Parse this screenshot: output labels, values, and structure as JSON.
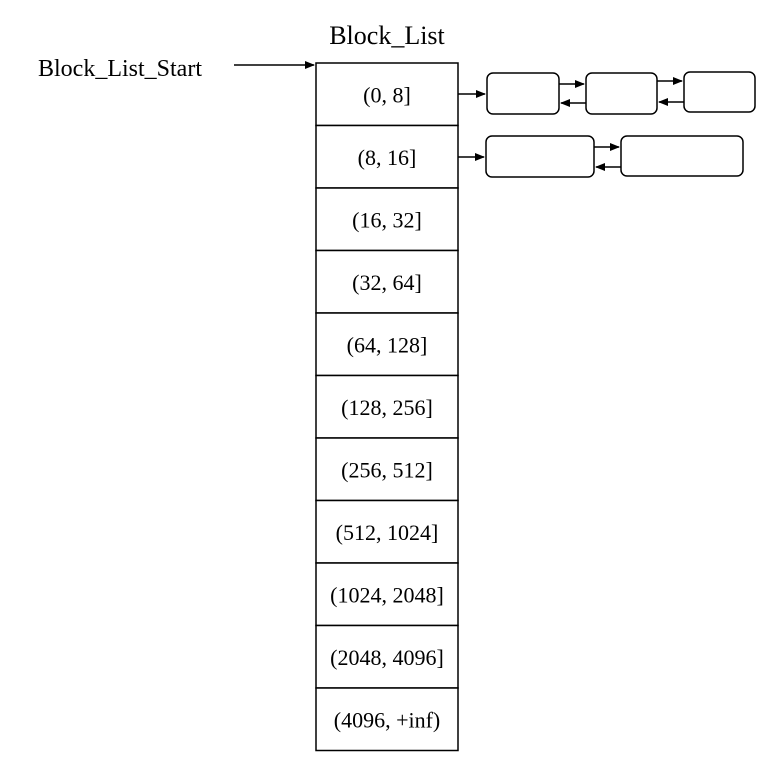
{
  "title": "Block_List",
  "start_label": "Block_List_Start",
  "buckets": [
    "(0, 8]",
    "(8, 16]",
    "(16, 32]",
    "(32, 64]",
    "(64, 128]",
    "(128, 256]",
    "(256, 512]",
    "(512, 1024]",
    "(1024, 2048]",
    "(2048, 4096]",
    "(4096, +inf)"
  ],
  "chains": [
    {
      "bucket": 0,
      "block_count": 3
    },
    {
      "bucket": 1,
      "block_count": 2
    }
  ]
}
